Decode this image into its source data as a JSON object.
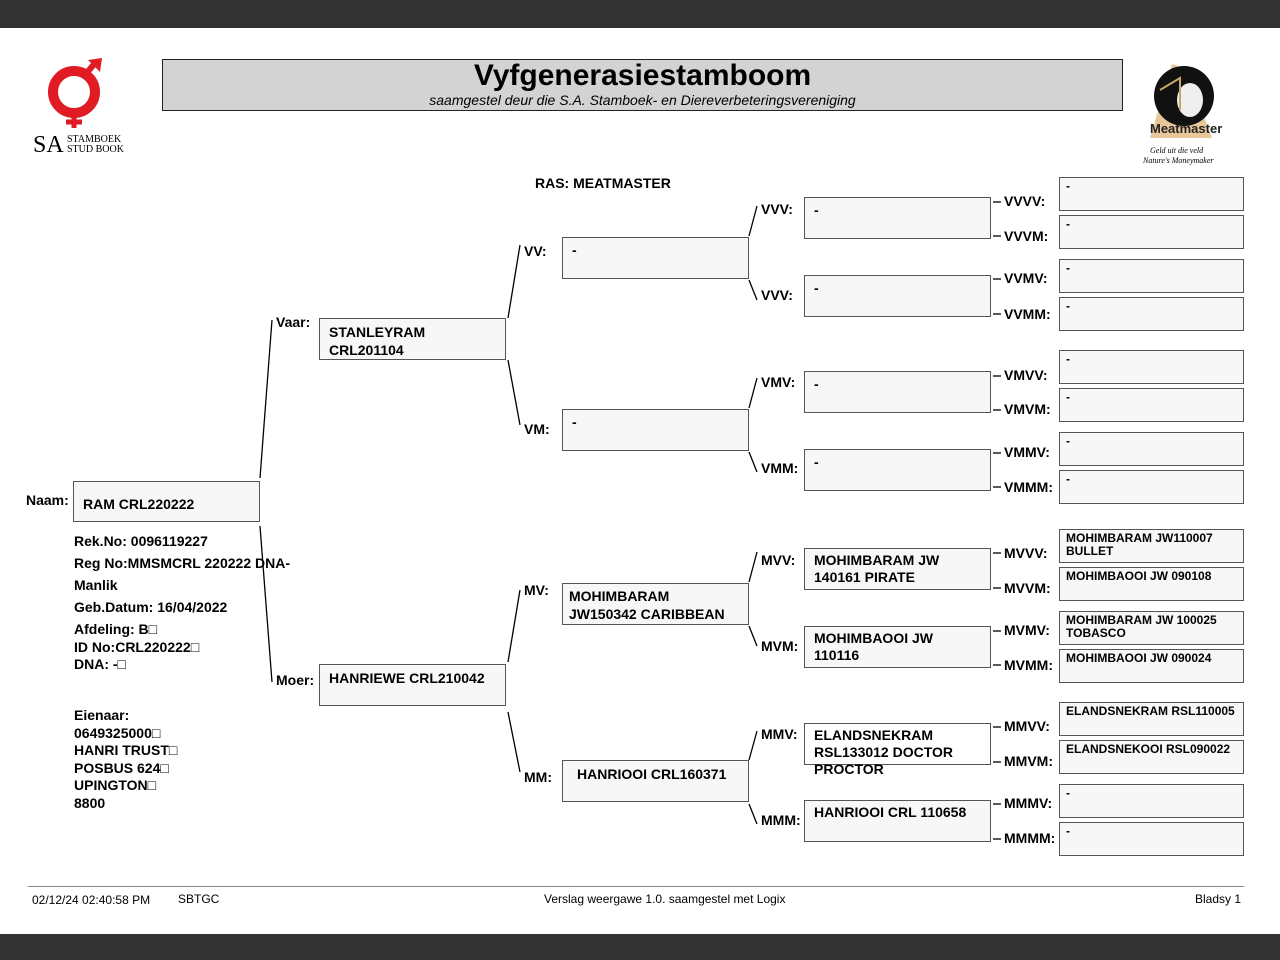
{
  "title": "Vyfgenerasiestamboom",
  "subtitle": "saamgestel deur die S.A. Stamboek- en Diereverbeteringsvereniging",
  "breed": "RAS: MEATMASTER",
  "logo_left": {
    "sa": "SA",
    "line1": "STAMBOEK",
    "line2": "STUD BOOK"
  },
  "logo_right": {
    "brand": "Meatmaster",
    "tagline1": "Geld uit die veld",
    "tagline2": "Nature's Moneymaker"
  },
  "animal": {
    "label": "Naam:",
    "name": "RAM CRL220222",
    "rek_no": "Rek.No: 0096119227",
    "reg_no": "Reg No:MMSMCRL 220222 DNA-",
    "sex": "Manlik",
    "birth": "Geb.Datum: 16/04/2022",
    "afdeling": "Afdeling: B□",
    "id_no": "ID No:CRL220222□",
    "dna": "DNA: -□"
  },
  "owner": {
    "label": "Eienaar:",
    "lines": [
      "0649325000□",
      "HANRI TRUST□",
      "POSBUS 624□",
      "UPINGTON□",
      "8800"
    ]
  },
  "gen2": {
    "sire": {
      "label": "Vaar:",
      "name": "STANLEYRAM\nCRL201104"
    },
    "dam": {
      "label": "Moer:",
      "name": "HANRIEWE CRL210042"
    }
  },
  "gen3": [
    {
      "label": "VV:",
      "name": "-"
    },
    {
      "label": "VM:",
      "name": "-"
    },
    {
      "label": "MV:",
      "name": "MOHIMBARAM\nJW150342 CARIBBEAN"
    },
    {
      "label": "MM:",
      "name": "HANRIOOI CRL160371"
    }
  ],
  "gen4": [
    {
      "label": "VVV:",
      "name": "-"
    },
    {
      "label": "VVV:",
      "name": "-"
    },
    {
      "label": "VMV:",
      "name": "-"
    },
    {
      "label": "VMM:",
      "name": "-"
    },
    {
      "label": "MVV:",
      "name": "MOHIMBARAM JW\n140161 PIRATE"
    },
    {
      "label": "MVM:",
      "name": "MOHIMBAOOI JW\n110116"
    },
    {
      "label": "MMV:",
      "name": "ELANDSNEKRAM\nRSL133012 DOCTOR\nPROCTOR"
    },
    {
      "label": "MMM:",
      "name": "HANRIOOI CRL 110658"
    }
  ],
  "gen5": [
    {
      "label": "VVVV:",
      "name": "-"
    },
    {
      "label": "VVVM:",
      "name": "-"
    },
    {
      "label": "VVMV:",
      "name": "-"
    },
    {
      "label": "VVMM:",
      "name": "-"
    },
    {
      "label": "VMVV:",
      "name": "-"
    },
    {
      "label": "VMVM:",
      "name": "-"
    },
    {
      "label": "VMMV:",
      "name": "-"
    },
    {
      "label": "VMMM:",
      "name": "-"
    },
    {
      "label": "MVVV:",
      "name": "MOHIMBARAM JW110007\nBULLET"
    },
    {
      "label": "MVVM:",
      "name": "MOHIMBAOOI JW 090108"
    },
    {
      "label": "MVMV:",
      "name": "MOHIMBARAM JW 100025\nTOBASCO"
    },
    {
      "label": "MVMM:",
      "name": "MOHIMBAOOI JW 090024"
    },
    {
      "label": "MMVV:",
      "name": "ELANDSNEKRAM RSL110005"
    },
    {
      "label": "MMVM:",
      "name": "ELANDSNEKOOI RSL090022"
    },
    {
      "label": "MMMV:",
      "name": "-"
    },
    {
      "label": "MMMM:",
      "name": "-"
    }
  ],
  "footer": {
    "datetime": "02/12/24 02:40:58 PM",
    "code": "SBTGC",
    "report": "Verslag weergawe 1.0. saamgestel met Logix",
    "page": "Bladsy 1"
  }
}
